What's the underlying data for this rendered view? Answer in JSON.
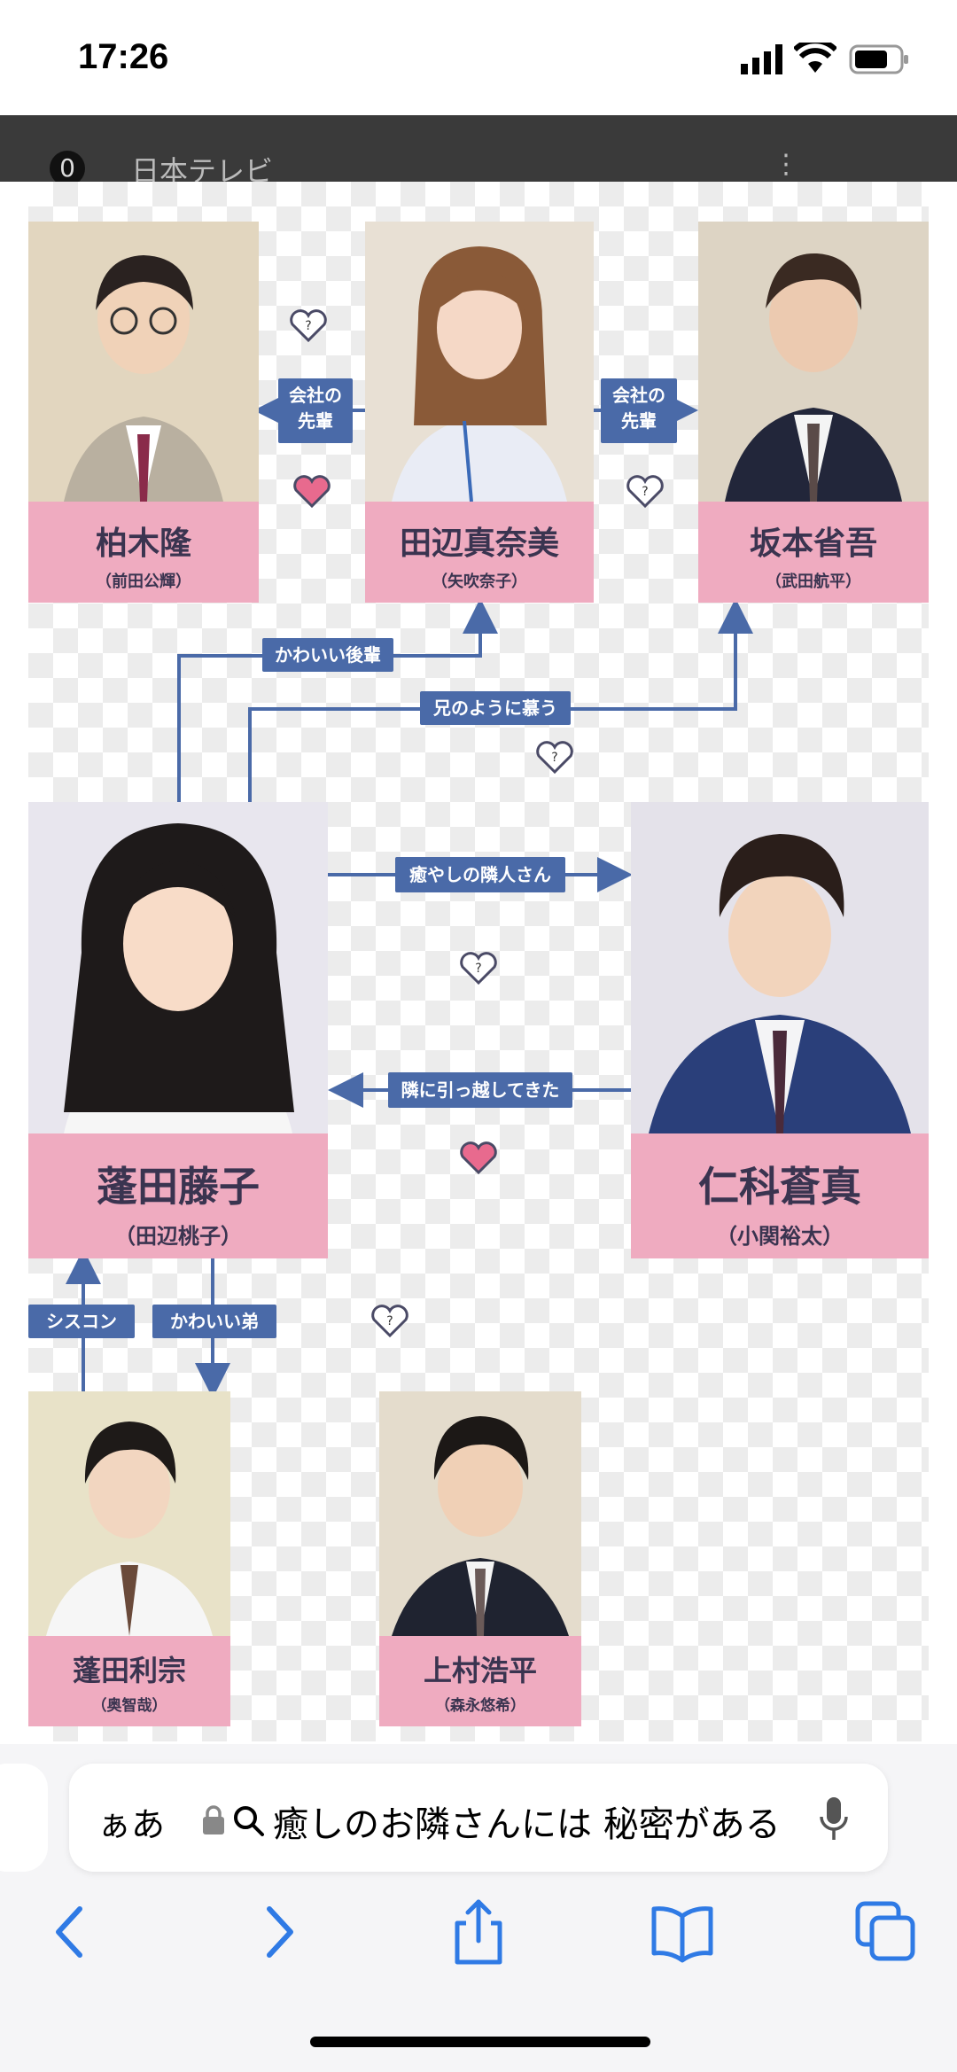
{
  "status_bar": {
    "time": "17:26"
  },
  "browser_header": {
    "site_title": "日本テレビ",
    "logo_char": "0",
    "menu_glyph": "⋮"
  },
  "characters": [
    {
      "name": "柏木隆",
      "actor": "（前田公輝）"
    },
    {
      "name": "田辺真奈美",
      "actor": "（矢吹奈子）"
    },
    {
      "name": "坂本省吾",
      "actor": "（武田航平）"
    },
    {
      "name": "蓬田藤子",
      "actor": "（田辺桃子）"
    },
    {
      "name": "仁科蒼真",
      "actor": "（小関裕太）"
    },
    {
      "name": "蓬田利宗",
      "actor": "（奥智哉）"
    },
    {
      "name": "上村浩平",
      "actor": "（森永悠希）"
    }
  ],
  "relations": {
    "kashiwagi_senpai": "会社の\n先輩",
    "sakamoto_senpai": "会社の\n先輩",
    "kawaii_kohai": "かわいい後輩",
    "ani_no_you": "兄のように慕う",
    "iyashi": "癒やしの隣人さん",
    "hikkoshi": "隣に引っ越してきた",
    "siscon": "シスコン",
    "kawaii_otouto": "かわいい弟"
  },
  "hearts": [
    "?",
    "",
    "?",
    "?",
    "?",
    "",
    "?"
  ],
  "browser": {
    "aa_label": "ぁあ",
    "url_text": "癒しのお隣さんには 秘密がある",
    "mic_icon": "microphone-icon"
  },
  "colors": {
    "label_blue": "#4a6aa8",
    "nameplate_pink": "#efabc0",
    "name_text": "#3a3450",
    "heart_pink": "#e86a8e",
    "nav_blue": "#2f7ae5"
  }
}
